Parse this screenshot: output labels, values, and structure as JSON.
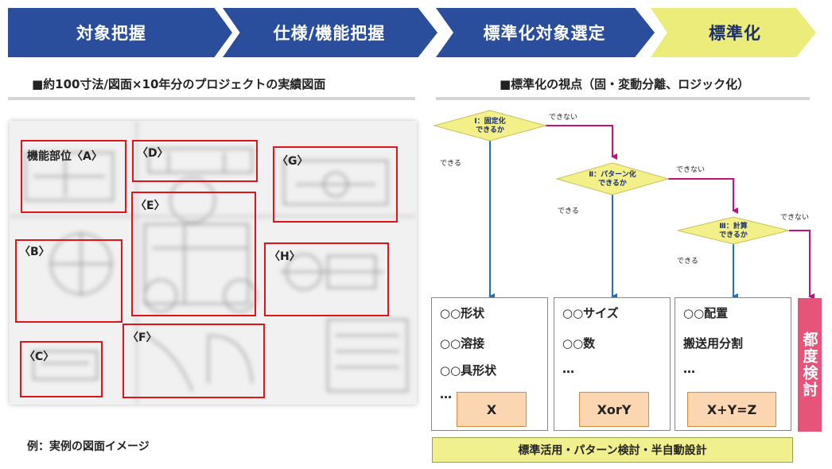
{
  "steps": [
    "対象把握",
    "仕様/機能把握",
    "標準化対象選定",
    "標準化"
  ],
  "left": {
    "heading": "■約100寸法/図面×10年分のプロジェクトの実績図面",
    "zones": [
      "機能部位〈A〉",
      "〈D〉",
      "〈G〉",
      "〈E〉",
      "〈B〉",
      "〈H〉",
      "〈C〉",
      "〈F〉"
    ],
    "caption": "例：実例の図面イメージ"
  },
  "right": {
    "heading": "■標準化の視点（固・変動分離、ロジック化）",
    "decisions": [
      {
        "line1": "Ⅰ：固定化",
        "line2": "できるか"
      },
      {
        "line1": "Ⅱ：パターン化",
        "line2": "できるか"
      },
      {
        "line1": "Ⅲ：計算",
        "line2": "できるか"
      }
    ],
    "yes_label": "できる",
    "no_label": "できない",
    "results": [
      {
        "items": [
          "○○形状",
          "○○溶接",
          "○○具形状",
          "…"
        ],
        "formula": "X"
      },
      {
        "items": [
          "○○サイズ",
          "○○数",
          "…"
        ],
        "formula": "XorY"
      },
      {
        "items": [
          "○○配置",
          "搬送用分割",
          "…"
        ],
        "formula": "X+Y=Z"
      }
    ],
    "per_case": "都度検討",
    "bottom_bar": "標準活用・パターン検討・半自動設計"
  },
  "colors": {
    "chevron_blue": "#2a4d9c",
    "chevron_yellow": "#ecec7a",
    "zone_red": "#e0141b",
    "decision_yellow": "#f3f08a",
    "arrow_blue": "#1f6fc0",
    "arrow_magenta": "#c2127a",
    "formula_fill": "#fbd6b0",
    "per_case_pink": "#e6547a"
  }
}
